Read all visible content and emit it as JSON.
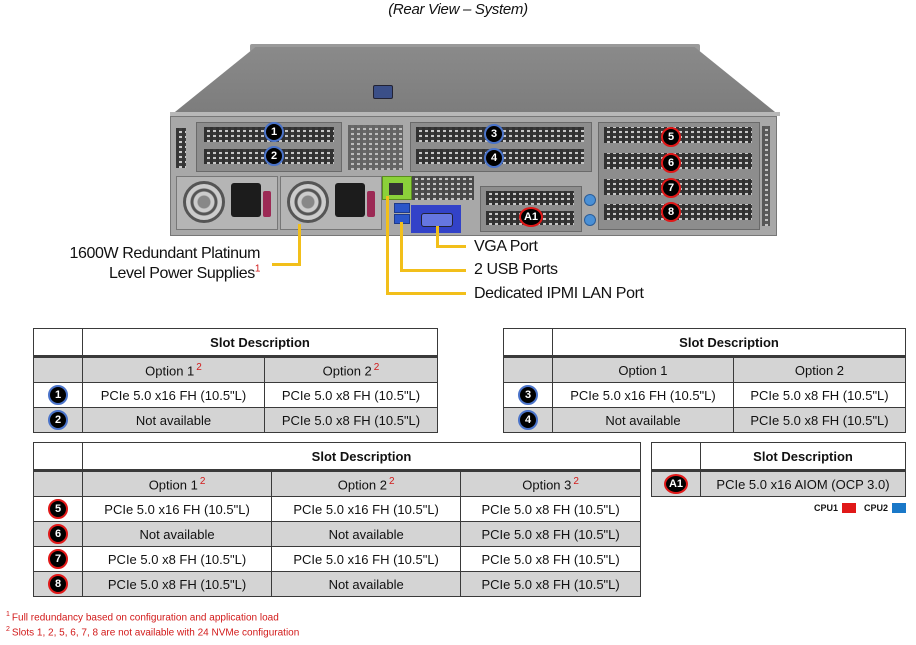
{
  "caption": "(Rear View – System)",
  "colors": {
    "cpu1": "#e01818",
    "cpu2": "#1a78c8",
    "leader": "#f2bf1a",
    "footnote": "#d21a1a"
  },
  "slot_badges": [
    {
      "label": "1",
      "cpu": "CPU2"
    },
    {
      "label": "2",
      "cpu": "CPU2"
    },
    {
      "label": "3",
      "cpu": "CPU2"
    },
    {
      "label": "4",
      "cpu": "CPU2"
    },
    {
      "label": "5",
      "cpu": "CPU1"
    },
    {
      "label": "6",
      "cpu": "CPU1"
    },
    {
      "label": "7",
      "cpu": "CPU1"
    },
    {
      "label": "8",
      "cpu": "CPU1"
    },
    {
      "label": "A1",
      "cpu": "CPU1"
    }
  ],
  "callouts": {
    "psu_line1": "1600W Redundant Platinum",
    "psu_line2": "Level Power Supplies",
    "psu_sup": "1",
    "vga": "VGA Port",
    "usb": "2 USB Ports",
    "ipmi": "Dedicated IPMI LAN Port"
  },
  "table_a": {
    "title": "Slot Description",
    "options": [
      {
        "label": "Option 1",
        "sup": "2"
      },
      {
        "label": "Option 2",
        "sup": "2"
      }
    ],
    "rows": [
      {
        "slot": "1",
        "values": [
          "PCIe 5.0 x16 FH (10.5\"L)",
          "PCIe 5.0 x8 FH (10.5\"L)"
        ]
      },
      {
        "slot": "2",
        "values": [
          "Not available",
          "PCIe 5.0 x8 FH (10.5\"L)"
        ]
      }
    ]
  },
  "table_b": {
    "title": "Slot Description",
    "options": [
      {
        "label": "Option 1",
        "sup": ""
      },
      {
        "label": "Option 2",
        "sup": ""
      }
    ],
    "rows": [
      {
        "slot": "3",
        "values": [
          "PCIe 5.0 x16 FH (10.5\"L)",
          "PCIe 5.0 x8 FH (10.5\"L)"
        ]
      },
      {
        "slot": "4",
        "values": [
          "Not available",
          "PCIe 5.0 x8 FH (10.5\"L)"
        ]
      }
    ]
  },
  "table_c": {
    "title": "Slot Description",
    "options": [
      {
        "label": "Option 1",
        "sup": "2"
      },
      {
        "label": "Option 2",
        "sup": "2"
      },
      {
        "label": "Option 3",
        "sup": "2"
      }
    ],
    "rows": [
      {
        "slot": "5",
        "values": [
          "PCIe 5.0 x16 FH (10.5\"L)",
          "PCIe 5.0 x16 FH (10.5\"L)",
          "PCIe 5.0 x8 FH (10.5\"L)"
        ]
      },
      {
        "slot": "6",
        "values": [
          "Not available",
          "Not available",
          "PCIe 5.0 x8 FH (10.5\"L)"
        ]
      },
      {
        "slot": "7",
        "values": [
          "PCIe 5.0 x8 FH (10.5\"L)",
          "PCIe 5.0 x16 FH (10.5\"L)",
          "PCIe 5.0 x8 FH (10.5\"L)"
        ]
      },
      {
        "slot": "8",
        "values": [
          "PCIe 5.0 x8 FH (10.5\"L)",
          "Not available",
          "PCIe 5.0 x8 FH (10.5\"L)"
        ]
      }
    ]
  },
  "table_d": {
    "title": "Slot Description",
    "rows": [
      {
        "slot": "A1",
        "values": [
          "PCIe 5.0 x16 AIOM (OCP 3.0)"
        ]
      }
    ]
  },
  "legend": [
    {
      "label": "CPU1",
      "color": "#e01818"
    },
    {
      "label": "CPU2",
      "color": "#1a78c8"
    }
  ],
  "footnotes": [
    {
      "mark": "1",
      "text": "Full redundancy based on configuration and application load"
    },
    {
      "mark": "2",
      "text": "Slots 1, 2, 5, 6, 7, 8 are not available with 24 NVMe configuration"
    }
  ]
}
